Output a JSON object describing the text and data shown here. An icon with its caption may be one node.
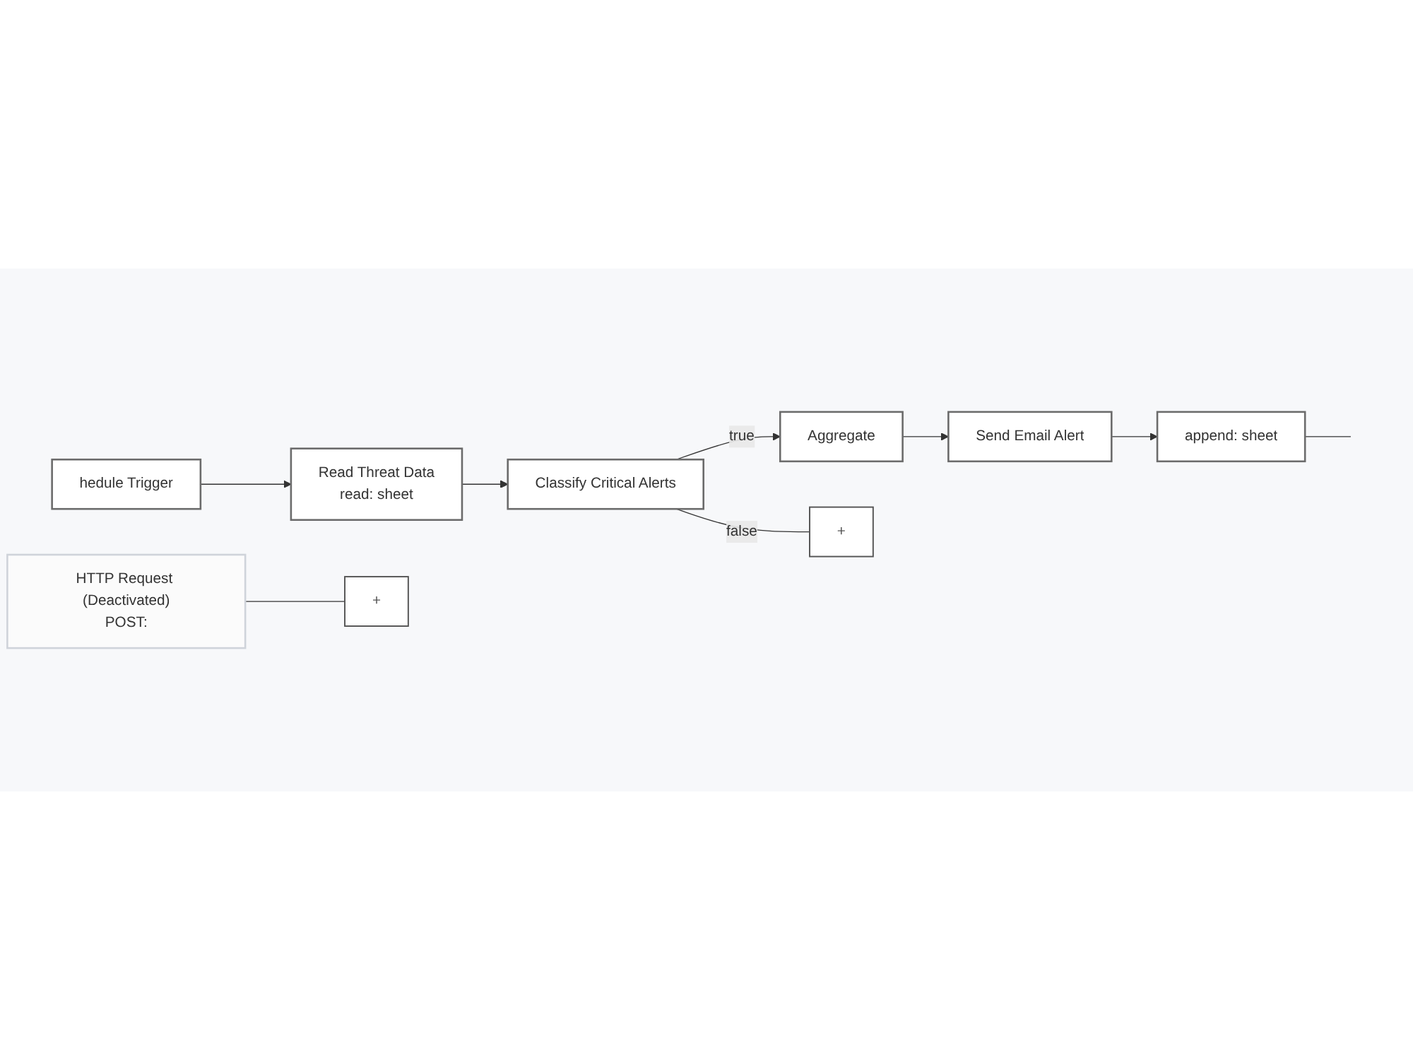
{
  "diagram": {
    "nodes": [
      {
        "text": [
          "hedule Trigger"
        ]
      },
      {
        "text": [
          "Read Threat Data",
          "read: sheet"
        ]
      },
      {
        "text": [
          "Classify Critical Alerts"
        ]
      },
      {
        "text": [
          "Aggregate"
        ]
      },
      {
        "text": [
          "Send Email Alert"
        ]
      },
      {
        "text": [
          "append: sheet"
        ]
      },
      {
        "text": [
          "HTTP Request (Deactivated)",
          "POST:"
        ]
      },
      {
        "text": [
          "+"
        ]
      },
      {
        "text": [
          "+"
        ]
      }
    ],
    "edges": [
      {
        "from": 0,
        "to": 1,
        "arrow": "to"
      },
      {
        "from": 1,
        "to": 2,
        "arrow": "to"
      },
      {
        "from": 2,
        "to": 3,
        "arrow": "to",
        "label": "true"
      },
      {
        "from": 2,
        "to": 7,
        "arrow": "none",
        "label": "false"
      },
      {
        "from": 3,
        "to": 4,
        "arrow": "to"
      },
      {
        "from": 4,
        "to": 5,
        "arrow": "to"
      },
      {
        "from": 5,
        "to": null,
        "arrow": "none"
      },
      {
        "from": 6,
        "to": 8,
        "arrow": "none"
      }
    ]
  }
}
